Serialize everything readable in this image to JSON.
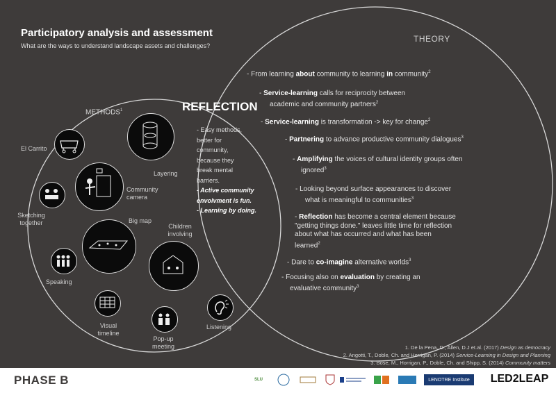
{
  "header": {
    "title": "Participatory analysis and assessment",
    "subtitle": "What are the ways to understand landscape assets and challenges?"
  },
  "theory": {
    "label": "THEORY",
    "items": [
      {
        "pre": "- From learning ",
        "b1": "about",
        "mid": " community to learning ",
        "b2": "in",
        "post": " community",
        "ref": "2"
      },
      {
        "pre": "- ",
        "b1": "Service-learning",
        "mid": " calls for reciprocity between",
        "line2": "academic and community partners",
        "ref": "2"
      },
      {
        "pre": "- ",
        "b1": "Service-learning",
        "mid": " is transformation -> key for change",
        "ref": "2"
      },
      {
        "pre": "- ",
        "b1": "Partnering",
        "mid": " to advance productive community dialogues",
        "ref": "3"
      },
      {
        "pre": "- ",
        "b1": "Amplifying",
        "mid": " the voices of cultural identity groups often",
        "line2": "ignored",
        "ref": "3"
      },
      {
        "pre": "- Looking beyond surface appearances to discover",
        "line2": "what is meaningful to communities",
        "ref": "3"
      },
      {
        "pre": "- ",
        "b1": "Reflection",
        "mid": " has become a central element because",
        "line2": "\"getting things done.\" leaves little time for reflection",
        "line3": "about what has occurred and what has been",
        "line4": "learned",
        "ref": "2"
      },
      {
        "pre": "- Dare to ",
        "b1": "co-imagine",
        "mid": " alternative worlds",
        "ref": "3"
      },
      {
        "pre": "- Focusing also on ",
        "b1": "evaluation",
        "mid": " by creating an",
        "line2": "evaluative community",
        "ref": "3"
      }
    ]
  },
  "methods": {
    "label": "METHODS",
    "ref": "1",
    "items": [
      {
        "name": "El Carrito"
      },
      {
        "name": "Layering"
      },
      {
        "name": "Community camera"
      },
      {
        "name": "Sketching together"
      },
      {
        "name": "Big map"
      },
      {
        "name": "Children involving"
      },
      {
        "name": "Speaking"
      },
      {
        "name": "Visual timeline"
      },
      {
        "name": "Pop-up meeting"
      },
      {
        "name": "Listening"
      }
    ]
  },
  "reflection": {
    "label": "REFLECTION",
    "lines": [
      "- Easy methods,",
      "better for",
      "community,",
      "because they",
      "break mental",
      "barriers."
    ],
    "bold1": "- Active community",
    "bold2": "envolvment is fun.",
    "bold3": "- Learning by doing."
  },
  "references": [
    {
      "text": "1. De la Pena, D., Allen, D.J et.al. (2017) ",
      "title": "Design as democracy"
    },
    {
      "text": "2. Angotti, T., Doble, Ch. and Horrigan, P. (2014) ",
      "title": "Service-Learning in Design and Planning"
    },
    {
      "text": "3. Bose, M., Horrigan, P., Doble, Ch. and Shipp, S. (2014) ",
      "title": "Community matters"
    }
  ],
  "footer": {
    "phase": "PHASE B",
    "logos": [
      "SLU",
      "LENOTRE Institute",
      "LED2LEAP"
    ]
  },
  "colors": {
    "background": "#3e3b3a",
    "circle_stroke": "#dddddd",
    "footer": "#ffffff"
  }
}
